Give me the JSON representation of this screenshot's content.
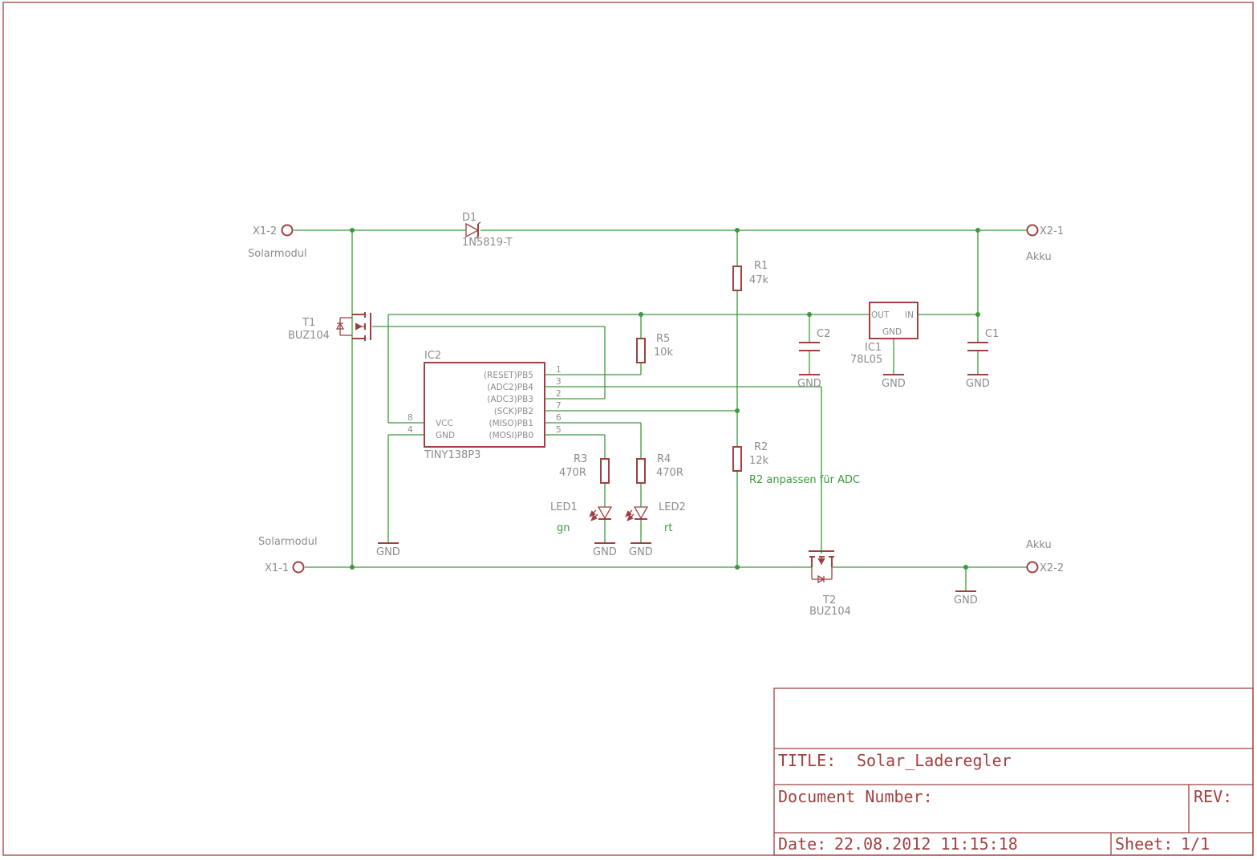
{
  "sheet": {
    "title_label": "TITLE:",
    "title": "Solar_Laderegler",
    "docnum_label": "Document Number:",
    "rev_label": "REV:",
    "date_label": "Date:",
    "date": "22.08.2012 11:15:18",
    "sheet_label": "Sheet:",
    "sheet_value": "1/1"
  },
  "connectors": {
    "x1_2": "X1-2",
    "x1_1": "X1-1",
    "x2_1": "X2-1",
    "x2_2": "X2-2",
    "solar_top": "Solarmodul",
    "solar_bottom": "Solarmodul",
    "akku_top": "Akku",
    "akku_bottom": "Akku"
  },
  "components": {
    "d1_name": "D1",
    "d1_value": "1N5819-T",
    "t1_name": "T1",
    "t1_value": "BUZ104",
    "t2_name": "T2",
    "t2_value": "BUZ104",
    "r1_name": "R1",
    "r1_value": "47k",
    "r2_name": "R2",
    "r2_value": "12k",
    "r3_name": "R3",
    "r3_value": "470R",
    "r4_name": "R4",
    "r4_value": "470R",
    "r5_name": "R5",
    "r5_value": "10k",
    "c1_name": "C1",
    "c2_name": "C2",
    "ic1_name": "IC1",
    "ic1_value": "78L05",
    "ic1_out": "OUT",
    "ic1_in": "IN",
    "ic1_gnd": "GND",
    "ic2_name": "IC2",
    "ic2_value": "TINY138P3",
    "led1_name": "LED1",
    "led2_name": "LED2",
    "led1_color": "gn",
    "led2_color": "rt",
    "r2_note": "R2 anpassen für ADC",
    "gnd": "GND"
  },
  "ic2_pins": {
    "pb5": "(RESET)PB5",
    "pb4": "(ADC2)PB4",
    "pb3": "(ADC3)PB3",
    "pb2": "(SCK)PB2",
    "pb1": "(MISO)PB1",
    "pb0": "(MOSI)PB0",
    "vcc": "VCC",
    "gnd": "GND",
    "n1": "1",
    "n3": "3",
    "n2": "2",
    "n7": "7",
    "n6": "6",
    "n5": "5",
    "n8": "8",
    "n4": "4"
  },
  "colors": {
    "symbol": "#a04040",
    "wire": "#3a9a3a",
    "label": "#8c8c8c"
  }
}
